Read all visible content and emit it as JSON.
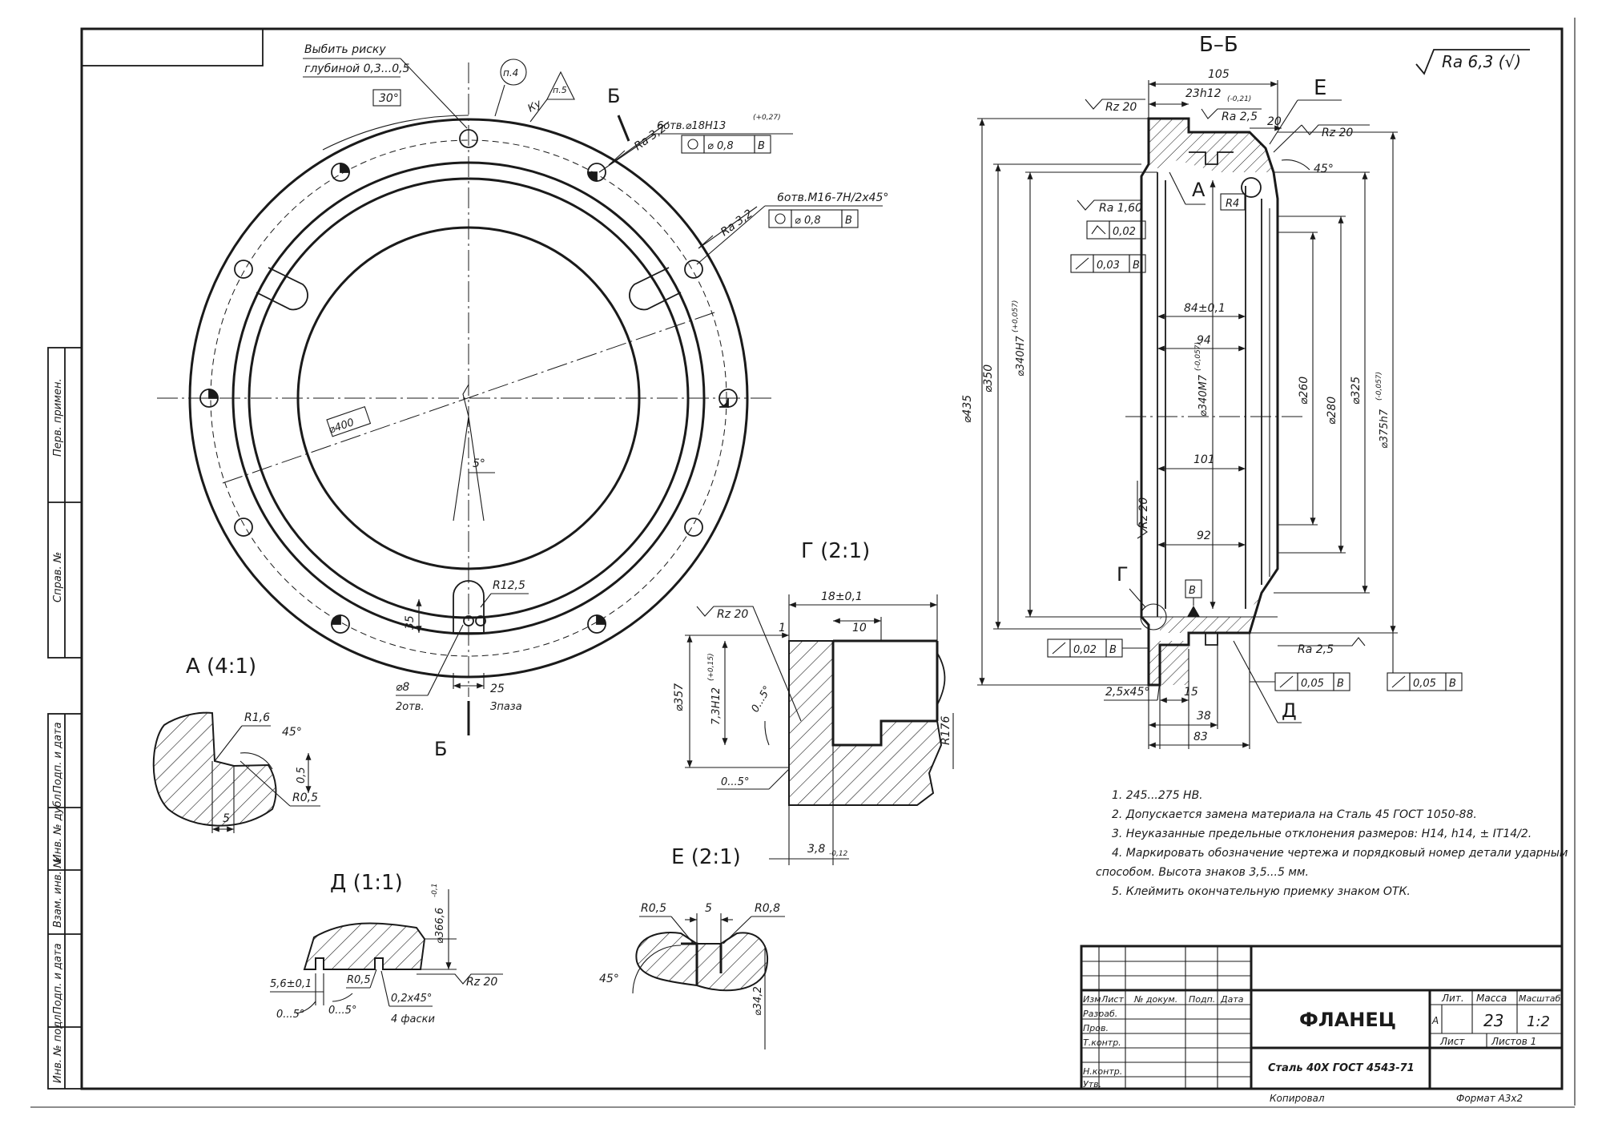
{
  "views": {
    "section_bb": "Б–Б",
    "detail_a": "А  (4:1)",
    "detail_g": "Г  (2:1)",
    "detail_d": "Д  (1:1)",
    "detail_e": "Е  (2:1)"
  },
  "general_roughness": "Ra 6,3 (√)",
  "front_view": {
    "mark_note_line1": "Выбить риску",
    "mark_note_line2": "глубиной 0,3...0,5",
    "angle_30": "30°",
    "p4": "п.4",
    "p5": "п.5",
    "ku": "Ку",
    "section_letter": "Б",
    "holes_18": "6отв.⌀18H13",
    "holes_18_tol": "(+0,27)",
    "holes_18_frame_a": "⌀ 0,8",
    "holes_18_frame_b": "В",
    "holes_m16": "6отв.M16-7H/2x45°",
    "holes_m16_frame_a": "⌀ 0,8",
    "holes_m16_frame_b": "В",
    "ra_32a": "Ra 3,2",
    "ra_32b": "Ra 3,2",
    "dia_400": "⌀400",
    "angle_5": "5°",
    "r125": "R12,5",
    "dim_35": "35",
    "dim_8": "⌀8",
    "holes_2": "2отв.",
    "dim_25": "25",
    "zapaz": "Зпаза"
  },
  "section": {
    "dim_105": "105",
    "dim_23h12": "23h12",
    "dim_23h12_tol": "(-0,21)",
    "letter_e": "Е",
    "letter_a": "А",
    "letter_g": "Г",
    "letter_d": "Д",
    "rz20_top": "Rz 20",
    "ra25_top": "Ra 2,5",
    "dim_20": "20",
    "rz20_right": "Rz 20",
    "angle_45": "45°",
    "r4": "R4",
    "ra160": "Ra 1,60",
    "frame_002": "0,02",
    "frame_003": "0,03",
    "frame_003_b": "В",
    "dim_84": "84±0,1",
    "dim_94": "94",
    "dim_101": "101",
    "dim_92": "92",
    "dia_435": "⌀435",
    "dia_350": "⌀350",
    "dia_340h7": "⌀340H7",
    "dia_340h7_tol": "(+0,057)",
    "dia_340m7": "⌀340M7",
    "dia_340m7_tol": "(-0,057)",
    "dia_260": "⌀260",
    "dia_280": "⌀280",
    "dia_325": "⌀325",
    "dia_375h7": "⌀375h7",
    "dia_375h7_tol": "(-0,057)",
    "rz20_left": "Rz 20",
    "datum_b": "В",
    "frame_002b": "0,02",
    "frame_002b_b": "В",
    "chamfer": "2,5x45°",
    "dim_15": "15",
    "dim_38": "38",
    "dim_83": "83",
    "ra25_bottom": "Ra 2,5",
    "frame_005a": "0,05",
    "frame_005a_b": "В",
    "frame_005b": "0,05",
    "frame_005b_b": "В"
  },
  "detail_a": {
    "r16": "R1,6",
    "angle_45": "45°",
    "dim_05": "0,5",
    "r05": "R0,5",
    "dim_5": "5"
  },
  "detail_g": {
    "dim_18": "18±0,1",
    "rz20": "Rz 20",
    "dim_1": "1",
    "dim_10": "10",
    "dia_357": "⌀357",
    "dim_73h12": "7,3H12",
    "dim_73h12_tol": "(+0,15)",
    "angle_05": "0...5°",
    "angle_05b": "0...5°",
    "r176": "R176",
    "dim_38": "3,8",
    "dim_38_tol": "-0,12"
  },
  "detail_d": {
    "dia_3666": "⌀366,6",
    "dia_3666_tol": "-0,1",
    "dim_56": "5,6±0,1",
    "r05": "R0,5",
    "chamfer": "0,2x45°",
    "facets": "4 фаски",
    "angle_a": "0...5°",
    "angle_b": "0...5°",
    "rz20": "Rz 20"
  },
  "detail_e": {
    "r05": "R0,5",
    "dim_5": "5",
    "r08": "R0,8",
    "angle_45": "45°",
    "dia_342": "⌀34,2"
  },
  "notes": [
    "1.  245...275 HB.",
    "2.  Допускается замена материала на Сталь 45 ГОСТ 1050-88.",
    "3.  Неуказанные предельные отклонения размеров: H14, h14, ± IT14/2.",
    "4.  Маркировать обозначение чертежа и порядковый номер детали ударным",
    "способом. Высота знаков 3,5...5 мм.",
    "5.  Клеймить окончательную приемку знаком ОТК."
  ],
  "side_stamp": [
    "Перв. примен.",
    "Справ. №",
    "Подп. и дата",
    "Инв. № дубл.",
    "Взам. инв. №",
    "Подп. и дата",
    "Инв. № подл."
  ],
  "title_block": {
    "title": "ФЛАНЕЦ",
    "material": "Сталь 40Х ГОСТ 4543-71",
    "col_izm": "Изм",
    "col_list": "Лист",
    "col_doc": "№ докум.",
    "col_podp": "Подп.",
    "col_date": "Дата",
    "row_razrab": "Разраб.",
    "row_prov": "Пров.",
    "row_tkontr": "Т.контр.",
    "row_nkontr": "Н.контр.",
    "row_utv": "Утв.",
    "lit": "Лит.",
    "massa": "Масса",
    "masshtab": "Масштаб",
    "lit_val": "А",
    "massa_val": "23",
    "masshtab_val": "1:2",
    "list": "Лист",
    "listov": "Листов 1",
    "kopiroval": "Копировал",
    "format": "Формат   А3x2"
  }
}
